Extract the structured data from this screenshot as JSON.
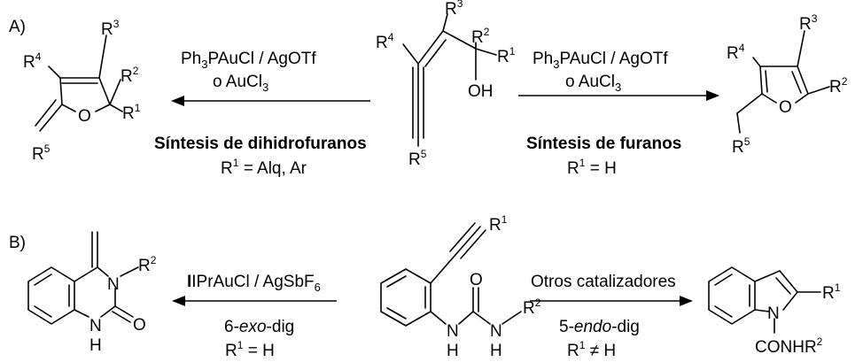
{
  "sections": {
    "a": {
      "label": "A)"
    },
    "b": {
      "label": "B)"
    }
  },
  "scheme_a": {
    "left_conditions": {
      "line1_main": "Ph",
      "line1_sub": "3",
      "line1_rest": "PAuCl / AgOTf",
      "line2_main": "o AuCl",
      "line2_sub": "3"
    },
    "right_conditions": {
      "line1_main": "Ph",
      "line1_sub": "3",
      "line1_rest": "PAuCl / AgOTf",
      "line2_main": "o AuCl",
      "line2_sub": "3"
    },
    "left_title": "Síntesis de dihidrofuranos",
    "left_r1": {
      "main": "R",
      "sup": "1",
      "rest": " = Alq, Ar"
    },
    "right_title": "Síntesis de furanos",
    "right_r1": {
      "main": "R",
      "sup": "1",
      "rest": " = H"
    },
    "substrate_labels": {
      "r4": "R",
      "r4s": "4",
      "r3": "R",
      "r3s": "3",
      "r2": "R",
      "r2s": "2",
      "r1": "R",
      "r1s": "1",
      "oh": "OH",
      "r5": "R",
      "r5s": "5"
    },
    "dihydrofuran_labels": {
      "r4": "R",
      "r4s": "4",
      "r3": "R",
      "r3s": "3",
      "r2": "R",
      "r2s": "2",
      "r1": "R",
      "r1s": "1",
      "o": "O",
      "r5": "R",
      "r5s": "5"
    },
    "furan_labels": {
      "r4": "R",
      "r4s": "4",
      "r3": "R",
      "r3s": "3",
      "r2": "R",
      "r2s": "2",
      "o": "O",
      "r5": "R",
      "r5s": "5"
    }
  },
  "scheme_b": {
    "left_conditions": {
      "p1": "IPrAuCl / AgSbF",
      "p1s": "6"
    },
    "left_mode": {
      "pre": "6-",
      "it": "exo",
      "post": "-dig"
    },
    "left_r1": {
      "main": "R",
      "sup": "1",
      "rest": " = H"
    },
    "right_conditions": {
      "text": "Otros catalizadores"
    },
    "right_mode": {
      "pre": "5-",
      "it": "endo",
      "post": "-dig"
    },
    "right_r1": {
      "main": "R",
      "sup": "1",
      "rest": " ≠ H"
    },
    "substrate_labels": {
      "r1": "R",
      "r1s": "1",
      "o": "O",
      "nh1": "N",
      "h1": "H",
      "nh2": "N",
      "h2": "H",
      "r2": "R",
      "r2s": "2"
    },
    "quinazolinone_labels": {
      "n": "N",
      "r2": "R",
      "r2s": "2",
      "o": "O",
      "nh": "N",
      "h": "H"
    },
    "indole_labels": {
      "r1": "R",
      "r1s": "1",
      "n": "N",
      "conh": "CONHR",
      "conhs": "2"
    }
  }
}
